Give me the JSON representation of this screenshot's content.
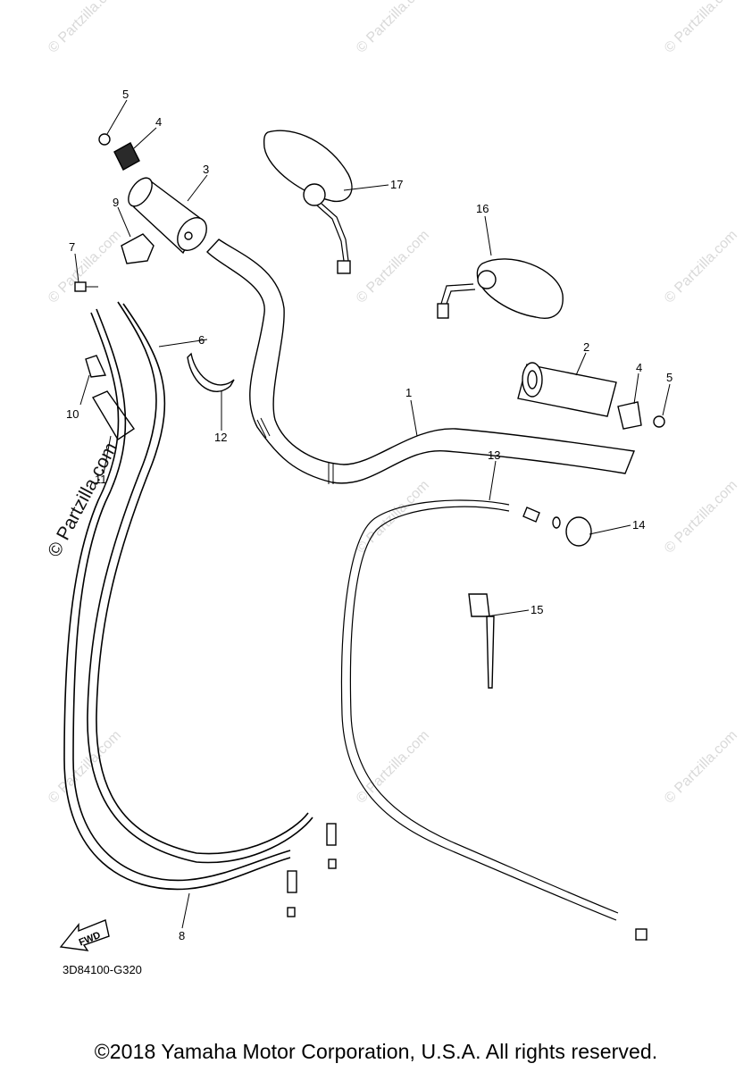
{
  "watermark_text": "© Partzilla.com",
  "diagram_code": "3D84100-G320",
  "copyright": "©2018  Yamaha Motor Corporation, U.S.A. All rights reserved.",
  "fwd_label": "FWD",
  "callouts": [
    "1",
    "2",
    "3",
    "4",
    "4",
    "5",
    "5",
    "6",
    "7",
    "8",
    "9",
    "10",
    "11",
    "12",
    "13",
    "14",
    "15",
    "16",
    "17"
  ]
}
